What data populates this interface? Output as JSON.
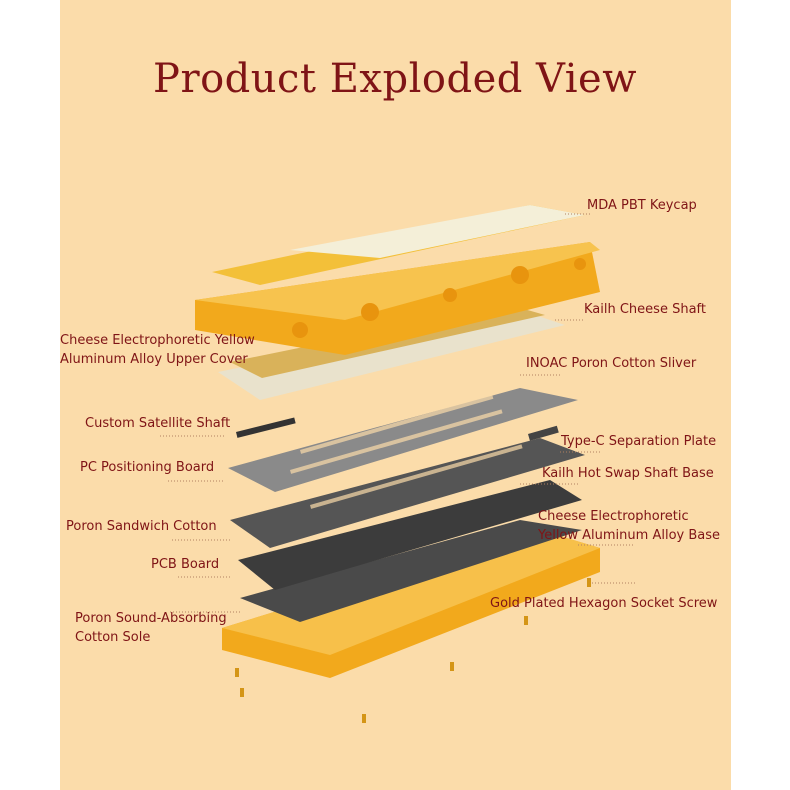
{
  "title": "Product Exploded View",
  "labels": {
    "keycap": "MDA PBT Keycap",
    "upper_cover_1": "Cheese Electrophoretic Yellow",
    "upper_cover_2": "Aluminum Alloy Upper Cover",
    "switch": "Kailh Cheese Shaft",
    "sliver": "INOAC Poron Cotton Sliver",
    "stabilizer": "Custom Satellite Shaft",
    "pc_board": "PC Positioning Board",
    "typec": "Type-C Separation Plate",
    "hotswap": "Kailh Hot Swap Shaft Base",
    "sandwich": "Poron Sandwich Cotton",
    "base_1": "Cheese Electrophoretic",
    "base_2": "Yellow Aluminum Alloy Base",
    "pcb": "PCB Board",
    "screw": "Gold Plated Hexagon Socket Screw",
    "sole_1": "Poron Sound-Absorbing",
    "sole_2": "Cotton Sole"
  },
  "colors": {
    "background": "#fbdcaa",
    "text": "#7f1416",
    "cheese": "#f5b21e",
    "plate": "#6e6e6e",
    "pcb": "#3a3a3a"
  }
}
